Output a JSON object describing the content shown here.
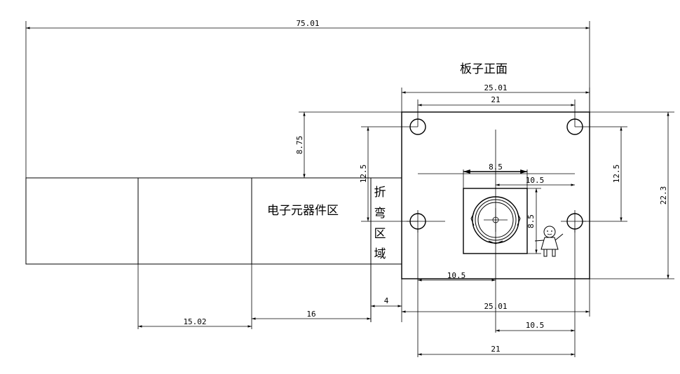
{
  "title": "板子正面",
  "component_area_label": "电子元器件区",
  "bend_area_chars": [
    "折",
    "弯",
    "区",
    "域"
  ],
  "dimensions": {
    "overall_length": "75.01",
    "board_width_top": "25.01",
    "hole_spacing_top": "21",
    "flex_offset_height": "8.75",
    "left_vertical_12_5": "12.5",
    "right_vertical_12_5": "12.5",
    "board_height": "22.3",
    "sensor_width": "8.5",
    "sensor_height": "8.5",
    "center_to_right_inner": "10.5",
    "center_to_left": "10.5",
    "gap_4": "4",
    "board_width_bottom": "25.01",
    "center_to_right_bottom": "10.5",
    "hole_spacing_bottom": "21",
    "segment_15_02": "15.02",
    "segment_16": "16"
  }
}
